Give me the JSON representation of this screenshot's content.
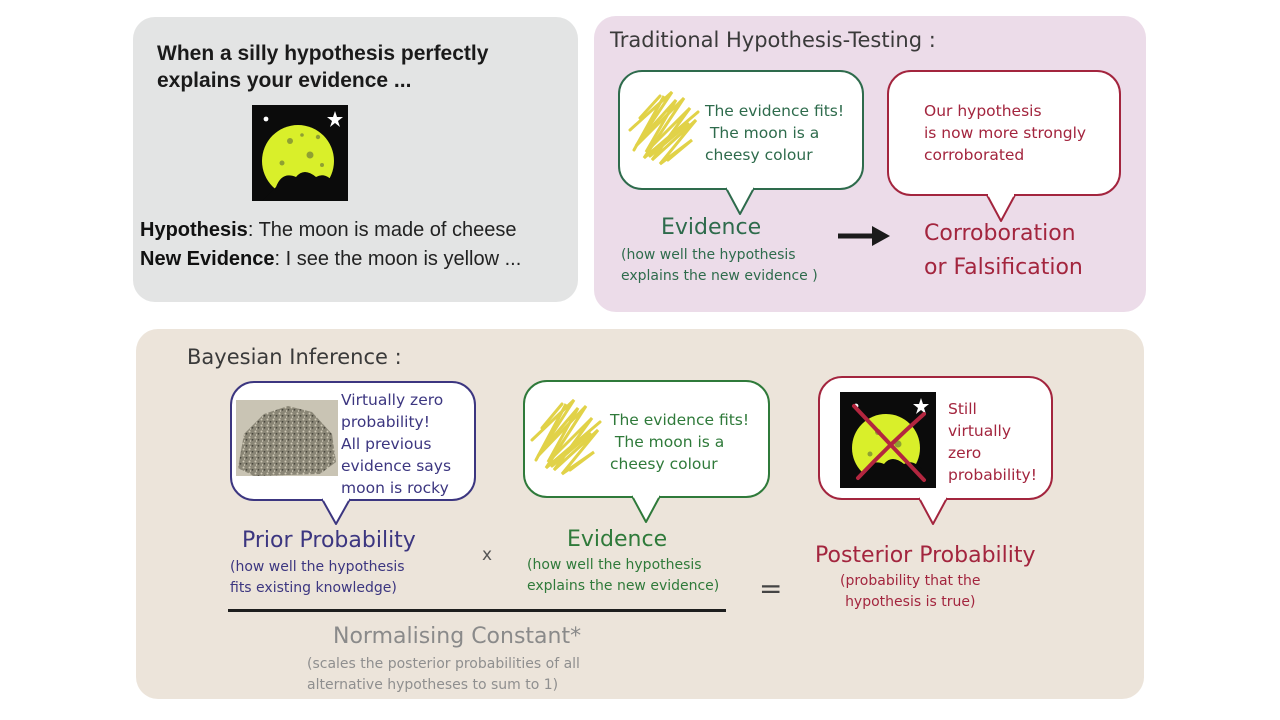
{
  "silly": {
    "title": "When a silly hypothesis perfectly explains your evidence ...",
    "hypothesis_label": "Hypothesis",
    "hypothesis_text": ": The moon is made of cheese",
    "evidence_label": "New Evidence",
    "evidence_text": ": I see the moon is yellow ..."
  },
  "traditional": {
    "title": "Traditional Hypothesis-Testing :",
    "evidence_bubble": "The evidence fits!\n The moon is a\ncheesy colour",
    "corroboration_bubble": "Our hypothesis\nis now more strongly\ncorroborated",
    "evidence_label": "Evidence",
    "evidence_sub": "(how well the hypothesis\nexplains the new evidence )",
    "result_label_1": "Corroboration",
    "result_label_2": "or Falsification"
  },
  "bayesian": {
    "title": "Bayesian Inference :",
    "prior_bubble": "Virtually zero\nprobability!\nAll previous\nevidence says\nmoon is rocky",
    "evidence_bubble": "The evidence fits!\n The moon is a\ncheesy colour",
    "posterior_bubble": "Still\nvirtually\nzero\nprobability!",
    "prior_label": "Prior Probability",
    "prior_sub": "(how well the hypothesis\nfits existing knowledge)",
    "times": "x",
    "evidence_label": "Evidence",
    "evidence_sub": "(how well the hypothesis\nexplains the new evidence)",
    "equals": "=",
    "posterior_label": "Posterior Probability",
    "posterior_sub": "(probability that the\nhypothesis is true)",
    "normalising_label": "Normalising Constant*",
    "normalising_sub": "(scales the posterior probabilities of all\nalternative hypotheses to sum to 1)"
  },
  "colors": {
    "trad_evidence_border": "#2e6b4c",
    "trad_result": "#a3253e",
    "prior": "#3c3680",
    "bayes_evidence": "#2f7a3a",
    "posterior": "#a3253e",
    "cheese_yellow": "#e1d248",
    "moon_green": "#d9ef2a"
  },
  "icons": [
    "moon-cheese-icon",
    "cheese-scribble-icon",
    "rock-photo-icon",
    "crossed-moon-icon",
    "arrow-right-icon"
  ]
}
